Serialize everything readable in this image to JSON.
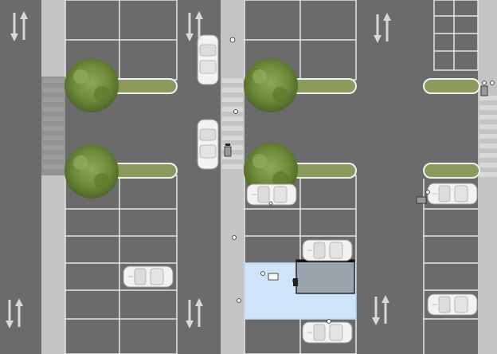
{
  "scene": {
    "title": "",
    "colors": {
      "asphalt": "#6b6b6b",
      "sidewalk": "#c4c4c4",
      "median_grass": "#8a9a5b",
      "lane_line": "#e6e6e6",
      "highlight_zone": "#cfe3fb",
      "selection_box": "#9aa4ad",
      "car_body": "#f2f2f2",
      "tree": "#6f8a3a"
    },
    "roads": [
      {
        "name": "road-west",
        "direction": "two-way"
      },
      {
        "name": "road-center",
        "direction": "two-way"
      },
      {
        "name": "road-east",
        "direction": "two-way"
      }
    ],
    "medians": [
      {
        "name": "median-nw-1"
      },
      {
        "name": "median-nw-2"
      },
      {
        "name": "median-nc-1"
      },
      {
        "name": "median-nc-2"
      },
      {
        "name": "median-ne-1"
      },
      {
        "name": "median-ne-2"
      }
    ],
    "trees": [
      {
        "name": "tree-1"
      },
      {
        "name": "tree-2"
      },
      {
        "name": "tree-3"
      },
      {
        "name": "tree-4"
      }
    ],
    "vehicles": [
      {
        "name": "car-road-1",
        "facing": "down"
      },
      {
        "name": "car-road-2",
        "facing": "down"
      },
      {
        "name": "car-parked-1",
        "facing": "right"
      },
      {
        "name": "car-parked-2",
        "facing": "right"
      },
      {
        "name": "car-parked-3",
        "facing": "right"
      },
      {
        "name": "car-parked-4",
        "facing": "right"
      },
      {
        "name": "car-parked-5",
        "facing": "right"
      },
      {
        "name": "car-parked-6",
        "facing": "right"
      }
    ],
    "selection": {
      "zone": "highlight-zone",
      "box": "selected-building-footprint"
    },
    "icons": [
      "pedestrian-icon",
      "grate-icon",
      "drain-icon",
      "bench-icon"
    ]
  }
}
